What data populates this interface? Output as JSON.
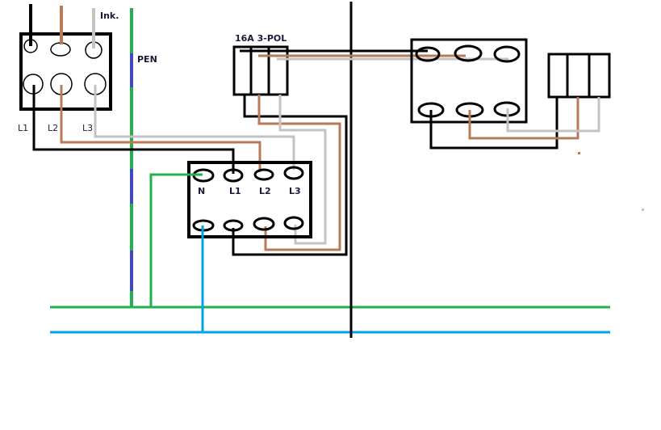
{
  "labels": {
    "supply_label": "Ink.",
    "pen_label": "PEN",
    "breaker_label": "16A 3-POL",
    "supply_phases": [
      "L1",
      "L2",
      "L3"
    ],
    "contactor_terminals": [
      "N",
      "L1",
      "L2",
      "L3"
    ]
  },
  "colors": {
    "phase_l1": "#000000",
    "phase_l2": "#b97a57",
    "phase_l3": "#c3c3c3",
    "pen_green": "#22b14c",
    "pen_blue": "#3f48cc",
    "neutral": "#00a2e8"
  }
}
